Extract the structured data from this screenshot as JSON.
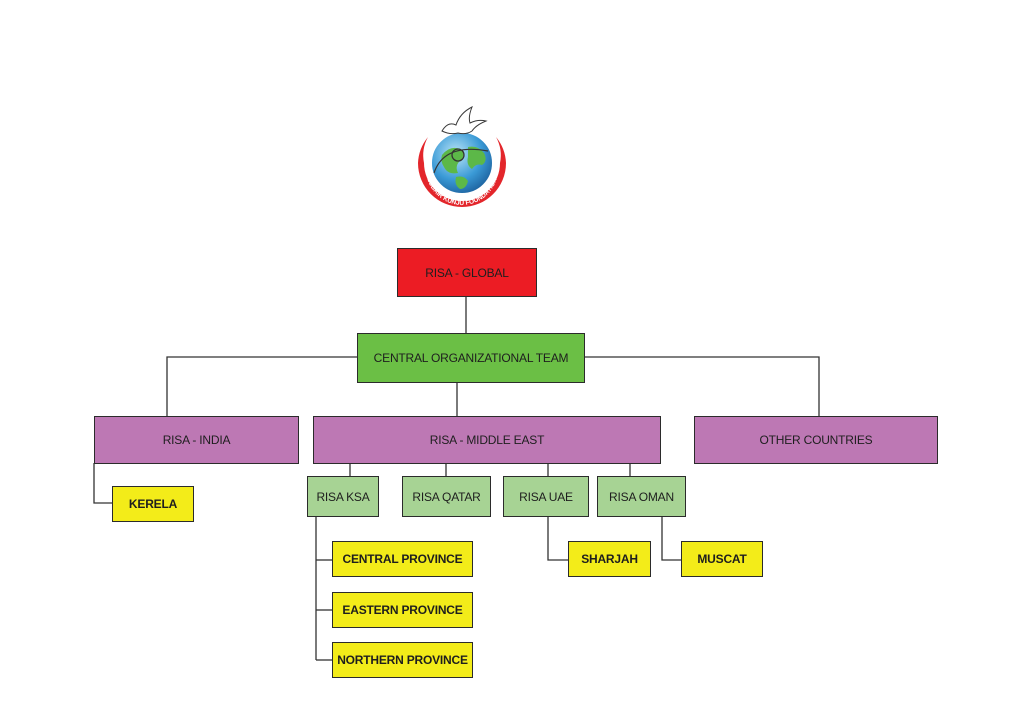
{
  "logo": {
    "text": "ZUBAIR KUNJU FOUNDATION"
  },
  "nodes": {
    "global": "RISA - GLOBAL",
    "central": "CENTRAL ORGANIZATIONAL TEAM",
    "india": "RISA -  INDIA",
    "middle_east": "RISA  - MIDDLE EAST",
    "other": "OTHER COUNTRIES",
    "kerela": "KERELA",
    "ksa": "RISA KSA",
    "qatar": "RISA QATAR",
    "uae": "RISA UAE",
    "oman": "RISA OMAN",
    "central_province": "CENTRAL PROVINCE",
    "eastern_province": "EASTERN PROVINCE",
    "northern_province": "NORTHERN PROVINCE",
    "sharjah": "SHARJAH",
    "muscat": "MUSCAT"
  },
  "colors": {
    "global": "#ec1c24",
    "central": "#6bbf45",
    "region": "#bd78b4",
    "country": "#a7d394",
    "leaf": "#f3ec19"
  }
}
